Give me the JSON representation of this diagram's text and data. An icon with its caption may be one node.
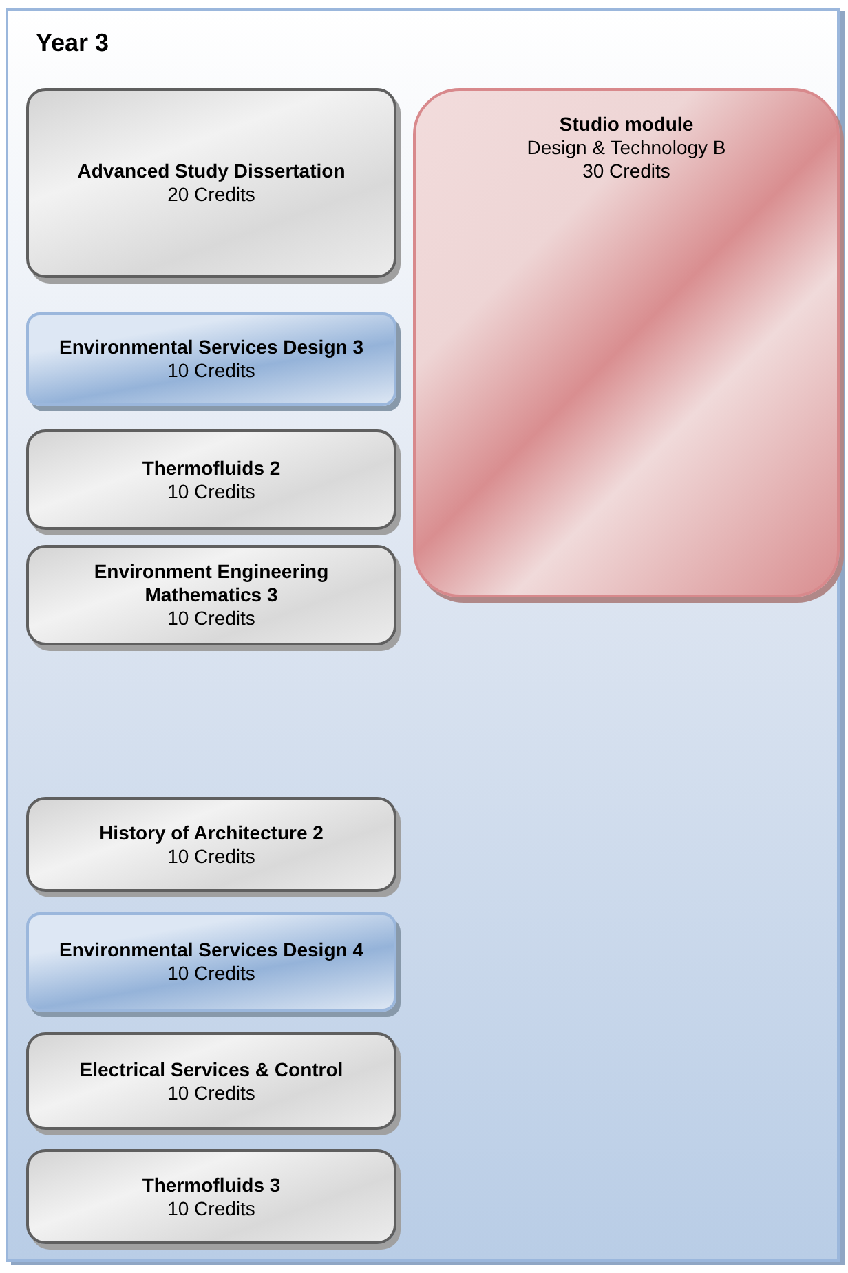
{
  "diagram": {
    "nodes": [
      {
        "text": [
          "Year 3"
        ]
      },
      {
        "text": [
          "Advanced Study Dissertation",
          "20 Credits"
        ],
        "in": 0
      },
      {
        "text": [
          "Environmental Services Design 3",
          "10 Credits"
        ],
        "in": 0
      },
      {
        "text": [
          "Thermofluids 2",
          "10 Credits"
        ],
        "in": 0
      },
      {
        "text": [
          "Environment Engineering Mathematics 3",
          "10 Credits"
        ],
        "in": 0
      },
      {
        "text": [
          "Studio module",
          "Design & Technology B",
          "30 Credits"
        ],
        "in": 0
      },
      {
        "text": [
          "History of Architecture 2",
          "10 Credits"
        ],
        "in": 0
      },
      {
        "text": [
          "Environmental Services Design 4",
          "10 Credits"
        ],
        "in": 0
      },
      {
        "text": [
          "Electrical Services & Control",
          "10 Credits"
        ],
        "in": 0
      },
      {
        "text": [
          "Thermofluids 3",
          "10 Credits"
        ],
        "in": 0
      }
    ],
    "edges": []
  }
}
